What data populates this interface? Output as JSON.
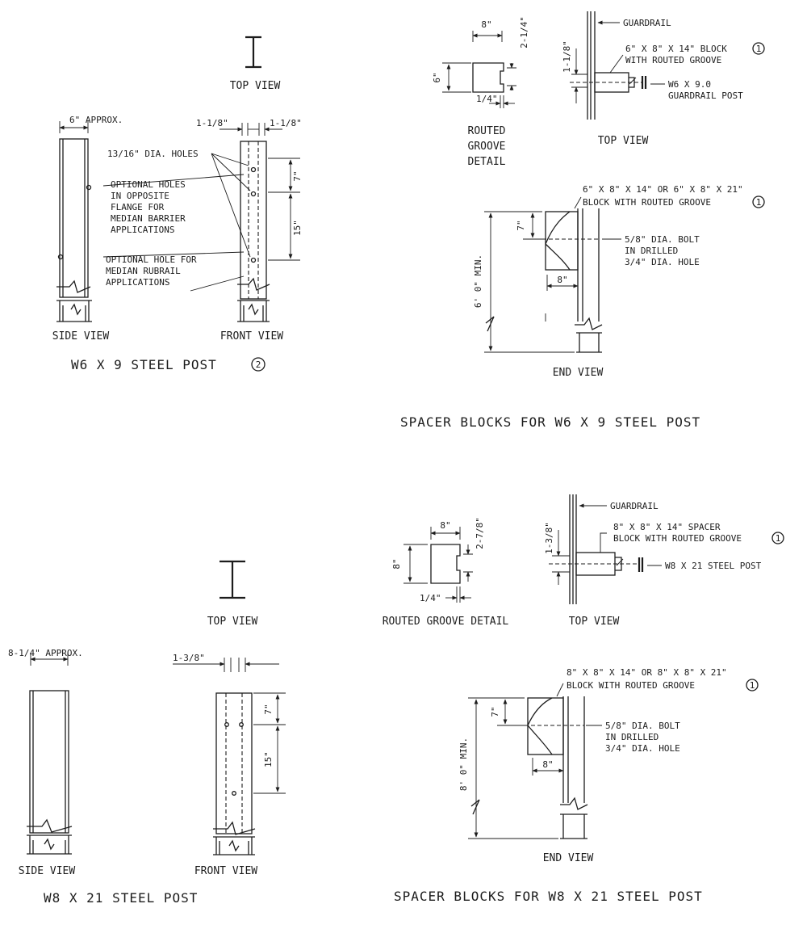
{
  "top_left": {
    "top_view": "TOP VIEW",
    "approx": "6\" APPROX.",
    "dim_1_1_8": "1-1/8\"",
    "holes": "13/16\" DIA. HOLES",
    "dim_7": "7\"",
    "dim_15": "15\"",
    "optional_holes": [
      "OPTIONAL HOLES",
      "IN OPPOSITE",
      "FLANGE FOR",
      "MEDIAN BARRIER",
      "APPLICATIONS"
    ],
    "optional_hole": [
      "OPTIONAL HOLE FOR",
      "MEDIAN RUBRAIL",
      "APPLICATIONS"
    ],
    "side_view": "SIDE VIEW",
    "front_view": "FRONT VIEW",
    "title": "W6 X 9 STEEL POST",
    "note_mark": "2"
  },
  "top_right": {
    "dim_8": "8\"",
    "dim_2_1_4": "2-1/4\"",
    "dim_6": "6\"",
    "dim_1_4": "1/4\"",
    "routed_groove_detail": [
      "ROUTED",
      "GROOVE",
      "DETAIL"
    ],
    "dim_1_1_8": "1-1/8\"",
    "guardrail": "GUARDRAIL",
    "block": [
      "6\" X 8\" X 14\" BLOCK",
      "WITH ROUTED GROOVE"
    ],
    "post": [
      "W6 X 9.0",
      "GUARDRAIL POST"
    ],
    "top_view": "TOP VIEW",
    "block_end": [
      "6\" X 8\" X 14\" OR 6\" X 8\" X 21\"",
      "BLOCK WITH ROUTED GROOVE"
    ],
    "dim_7": "7\"",
    "bolt": [
      "5/8\" DIA. BOLT",
      "IN DRILLED",
      "3/4\" DIA. HOLE"
    ],
    "min": "6' 0\" MIN.",
    "dim_8b": "8\"",
    "end_view": "END VIEW",
    "title": "SPACER BLOCKS FOR W6 X 9 STEEL POST",
    "note_mark": "1"
  },
  "bottom_left": {
    "top_view": "TOP VIEW",
    "approx": "8-1/4\" APPROX.",
    "dim_1_3_8": "1-3/8\"",
    "dim_7": "7\"",
    "dim_15": "15\"",
    "side_view": "SIDE VIEW",
    "front_view": "FRONT VIEW",
    "title": "W8 X 21 STEEL POST"
  },
  "bottom_right": {
    "dim_8": "8\"",
    "dim_2_7_8": "2-7/8\"",
    "dim_8v": "8\"",
    "dim_1_4": "1/4\"",
    "routed_groove_detail": "ROUTED GROOVE DETAIL",
    "dim_1_3_8": "1-3/8\"",
    "guardrail": "GUARDRAIL",
    "block": [
      "8\" X 8\" X 14\" SPACER",
      "BLOCK WITH ROUTED GROOVE"
    ],
    "post": "W8 X 21 STEEL POST",
    "top_view": "TOP VIEW",
    "block_end": [
      "8\" X 8\" X 14\" OR 8\" X 8\" X 21\"",
      "BLOCK WITH ROUTED GROOVE"
    ],
    "dim_7": "7\"",
    "bolt": [
      "5/8\" DIA. BOLT",
      "IN DRILLED",
      "3/4\" DIA. HOLE"
    ],
    "min": "8' 0\" MIN.",
    "dim_8b": "8\"",
    "end_view": "END VIEW",
    "title": "SPACER BLOCKS FOR W8 X 21 STEEL POST",
    "note_mark": "1"
  }
}
